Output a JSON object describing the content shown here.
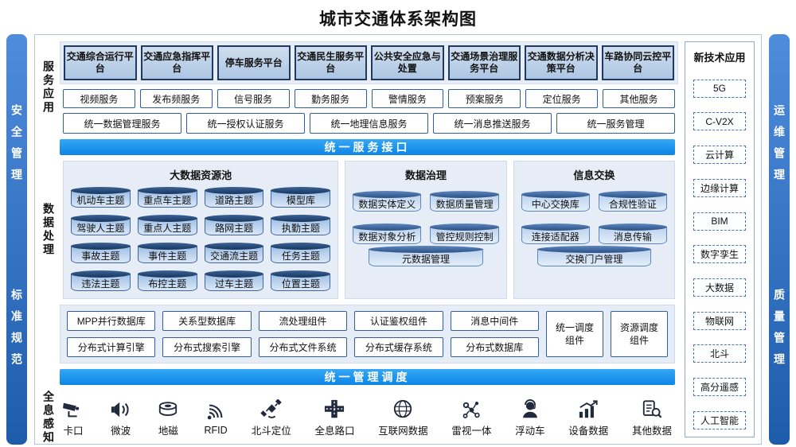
{
  "title": "城市交通体系架构图",
  "sidebars": {
    "left": [
      "安全管理",
      "标准规范"
    ],
    "right": [
      "运维管理",
      "质量管理"
    ]
  },
  "colors": {
    "banner_blue": "#1590ee",
    "sidebar_blue": "#2f6fc4",
    "platform_border_navy": "#1f3864",
    "panel_bg": "#e7edf6",
    "cylinder_top_navy": "#17375f"
  },
  "service": {
    "label": "服务应用",
    "platforms": [
      "交通综合运行平台",
      "交通应急指挥平台",
      "停车服务平台",
      "交通民生服务平台",
      "公共安全应急与处置",
      "交通场景治理服务平台",
      "交通数据分析决策平台",
      "车路协同云控平台"
    ],
    "services": [
      "视频服务",
      "发布频服务",
      "信号服务",
      "勤务服务",
      "警情服务",
      "预案服务",
      "定位服务",
      "其他服务"
    ],
    "unified": [
      "统一数据管理服务",
      "统一授权认证服务",
      "统一地理信息服务",
      "统一消息推送服务",
      "统一服务管理"
    ]
  },
  "banners": {
    "service_interface": "统一服务接口",
    "management": "统一管理调度"
  },
  "data_processing": {
    "label": "数据处理",
    "pool": {
      "title": "大数据资源池",
      "items": [
        "机动车主题",
        "重点车主题",
        "道路主题",
        "模型库",
        "驾驶人主题",
        "重点人主题",
        "路网主题",
        "执勤主题",
        "事故主题",
        "事件主题",
        "交通流主题",
        "任务主题",
        "违法主题",
        "布控主题",
        "过车主题",
        "位置主题"
      ]
    },
    "governance": {
      "title": "数据治理",
      "items": [
        "数据实体定义",
        "数据质量管理",
        "数据对象分析",
        "管控规则控制",
        "元数据管理"
      ]
    },
    "exchange": {
      "title": "信息交换",
      "items": [
        "中心交换库",
        "合规性验证",
        "连接适配器",
        "消息传输",
        "交换门户管理"
      ]
    }
  },
  "components": {
    "row1": [
      "MPP并行数据库",
      "关系型数据库",
      "流处理组件",
      "认证鉴权组件",
      "消息中间件"
    ],
    "row2": [
      "分布式计算引擎",
      "分布式搜索引擎",
      "分布式文件系统",
      "分布式缓存系统",
      "分布式数据库"
    ],
    "tall": [
      "统一调度组件",
      "资源调度组件"
    ]
  },
  "perception": {
    "label": "全息感知",
    "items": [
      {
        "icon": "cctv-camera-icon",
        "label": "卡口"
      },
      {
        "icon": "microwave-radar-icon",
        "label": "微波"
      },
      {
        "icon": "geomagnetic-disc-icon",
        "label": "地磁"
      },
      {
        "icon": "rfid-signal-icon",
        "label": "RFID"
      },
      {
        "icon": "beidou-satellite-icon",
        "label": "北斗定位"
      },
      {
        "icon": "intersection-icon",
        "label": "全息路口"
      },
      {
        "icon": "internet-globe-icon",
        "label": "互联网数据"
      },
      {
        "icon": "radar-video-network-icon",
        "label": "雷视一体"
      },
      {
        "icon": "floating-car-driver-icon",
        "label": "浮动车"
      },
      {
        "icon": "device-data-chart-icon",
        "label": "设备数据"
      },
      {
        "icon": "other-data-search-icon",
        "label": "其他数据"
      }
    ]
  },
  "new_tech": {
    "title": "新技术应用",
    "items": [
      "5G",
      "C-V2X",
      "云计算",
      "边缘计算",
      "BIM",
      "数字孪生",
      "大数据",
      "物联网",
      "北斗",
      "高分遥感",
      "人工智能"
    ]
  }
}
